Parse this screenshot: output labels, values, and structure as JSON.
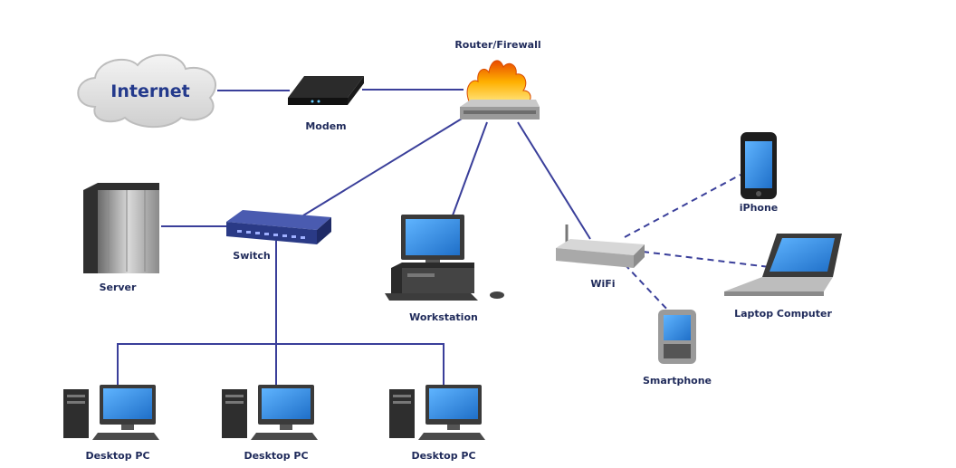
{
  "labels": {
    "internet": "Internet",
    "modem": "Modem",
    "router": "Router/Firewall",
    "server": "Server",
    "switch": "Switch",
    "workstation": "Workstation",
    "wifi": "WiFi",
    "iphone": "iPhone",
    "laptop": "Laptop Computer",
    "smartphone": "Smartphone",
    "desktop1": "Desktop PC",
    "desktop2": "Desktop PC",
    "desktop3": "Desktop PC"
  },
  "colors": {
    "wire": "#3a3f9a",
    "label": "#1f2a5a",
    "screen": "#2f8fe0"
  }
}
